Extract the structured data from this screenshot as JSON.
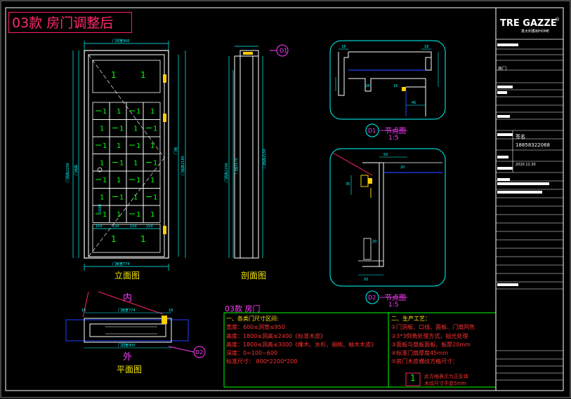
{
  "drawing": {
    "title": "03款 房门调整后",
    "views": {
      "elevation": "立面图",
      "section": "剖面图",
      "plan": "平面图",
      "inside": "内",
      "outside": "外"
    },
    "details": [
      {
        "marker": "D1",
        "title": "节点图",
        "scale": "1:5"
      },
      {
        "marker": "D2",
        "title": "节点图",
        "scale": "1:5"
      }
    ],
    "section_marker": "D1",
    "plan_marker": "D2",
    "leaf_panel_numbers": [
      "1",
      "1",
      "1",
      "1"
    ],
    "grid_cell_label": "1"
  },
  "notes": {
    "heading": "03款 房门",
    "left_title": "一、各类门尺寸区间:",
    "left_lines": [
      "宽度：600≤洞宽≤950",
      "高度：1800≤洞高≤2400《标准木皮》",
      "高度：1800≤洞高≤3000《橡木、水杉、胡桃、柚木木皮》",
      "深度：0=100~600",
      "标准尺寸： 800*2200*200"
    ],
    "right_title": "二、生产工艺：",
    "right_lines": [
      "①门洞板、口线、面板、门扇同色",
      "②3*3倒角处理方式，抛光处理",
      "③面板与扇板面板，板厚20mm",
      "④标准门扇厚度45mm",
      "⑤房门木皮横纹方格尺寸："
    ],
    "tip_number": "1",
    "tip_text_line1": "此方格表示为正反体",
    "tip_text_line2": "木纹尺寸不变5mm"
  },
  "title_block": {
    "brand": "TRE GAZZE",
    "brand_sub": "意大利香树HOME",
    "registered": "®",
    "product": "房门",
    "phone": "18858322068",
    "date": "2020.12.30",
    "sign_label": "签名"
  },
  "colors": {
    "frame": "#ffffff",
    "door": "#ffffff",
    "dimension": "#00ffff",
    "detail_outline": "#00ffff",
    "grid_line": "#00ff00",
    "label_yellow": "#f5e600",
    "label_magenta": "#ff3cff",
    "note_red": "#ff3030",
    "accent_red": "#ff2060",
    "blue_line": "#2040ff",
    "hardware": "#ffd000"
  }
}
